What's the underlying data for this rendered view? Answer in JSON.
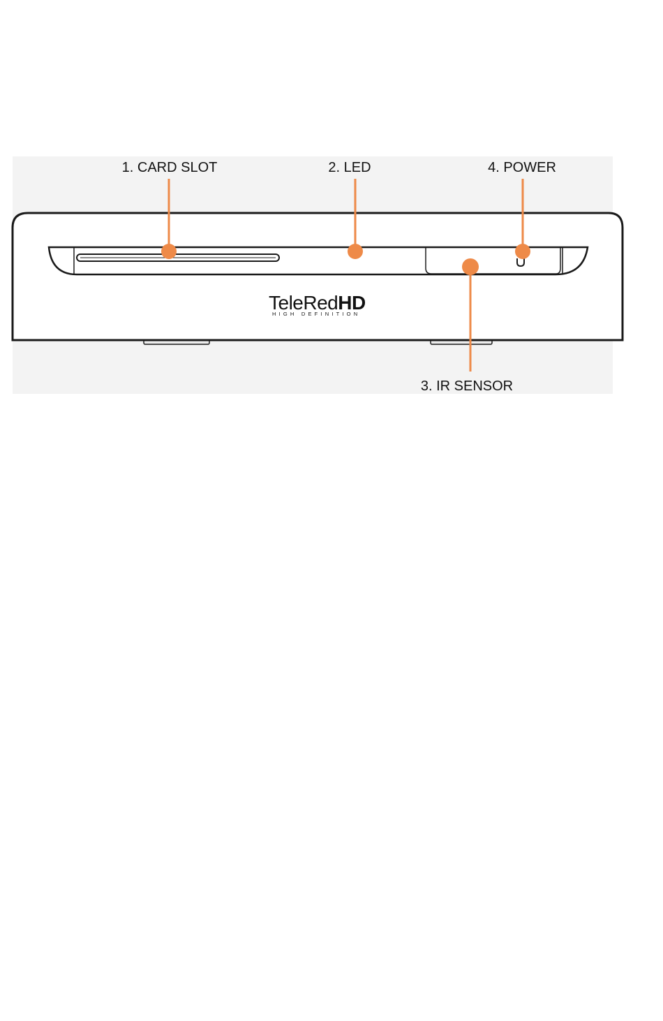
{
  "callouts": [
    {
      "id": "card-slot",
      "label": "1. CARD SLOT"
    },
    {
      "id": "led",
      "label": "2. LED"
    },
    {
      "id": "ir-sensor",
      "label": "3. IR SENSOR"
    },
    {
      "id": "power",
      "label": "4.  POWER"
    }
  ],
  "brand": {
    "part1": "TeleRed",
    "part2": "HD",
    "tagline": "HIGH DEFINITION"
  },
  "colors": {
    "callout": "#ee8a48",
    "outline": "#1a1a1a",
    "background_band": "#f3f3f3"
  }
}
